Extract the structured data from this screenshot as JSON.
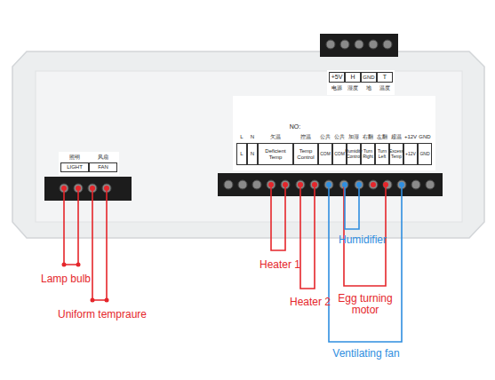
{
  "diagram": {
    "labels": [
      "+5V",
      "H",
      "GND",
      "T",
      "电源",
      "湿度",
      "地",
      "温度",
      "NO:",
      "L",
      "N",
      "欠温",
      "控温",
      "公共",
      "公共",
      "加湿",
      "右翻",
      "左翻",
      "超温",
      "+12V",
      "GND",
      "L",
      "N",
      "Deficient Temp",
      "Temp Control",
      "COM",
      "COM",
      "Humidity Control",
      "Turn Right",
      "Turn Left",
      "Excess Temp",
      "+12V",
      "GND",
      "照明",
      "风扇",
      "LIGHT",
      "FAN",
      "Lamp bulb",
      "Uniform tempraure",
      "Heater 1",
      "Heater 2",
      "Humidifier",
      "Egg turning motor",
      "Ventilating fan"
    ]
  }
}
